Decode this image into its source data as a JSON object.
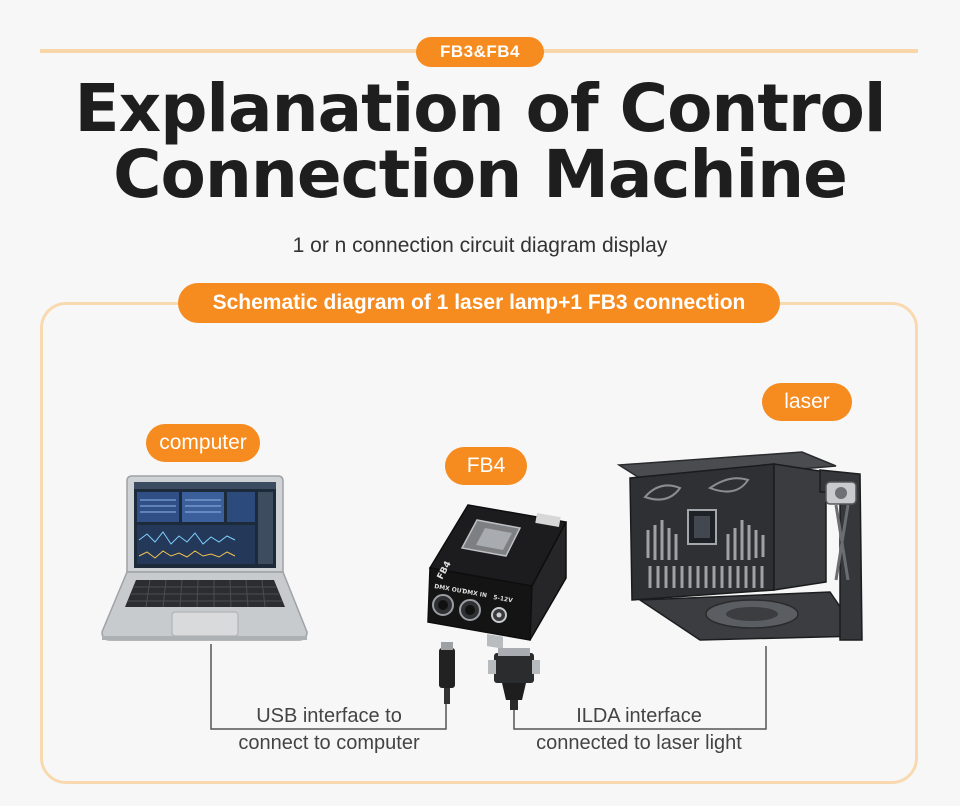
{
  "header": {
    "model_tag": "FB3&FB4",
    "title_line1": "Explanation of Control",
    "title_line2": "Connection Machine",
    "subtitle": "1 or n connection circuit diagram display"
  },
  "panel": {
    "heading": "Schematic diagram of 1 laser lamp+1 FB3 connection",
    "labels": {
      "computer": "computer",
      "fb4": "FB4",
      "laser": "laser"
    },
    "captions": {
      "usb_line1": "USB interface to",
      "usb_line2": "connect to computer",
      "ilda_line1": "ILDA interface",
      "ilda_line2": "connected to laser light"
    },
    "device_markings": {
      "dmx_out": "DMX OUT",
      "dmx_in": "DMX IN",
      "power": "5-12V",
      "model": "FB4"
    }
  },
  "colors": {
    "accent": "#f68b1f",
    "accent_light": "#f9d9b0",
    "text_dark": "#1e1e1e"
  }
}
